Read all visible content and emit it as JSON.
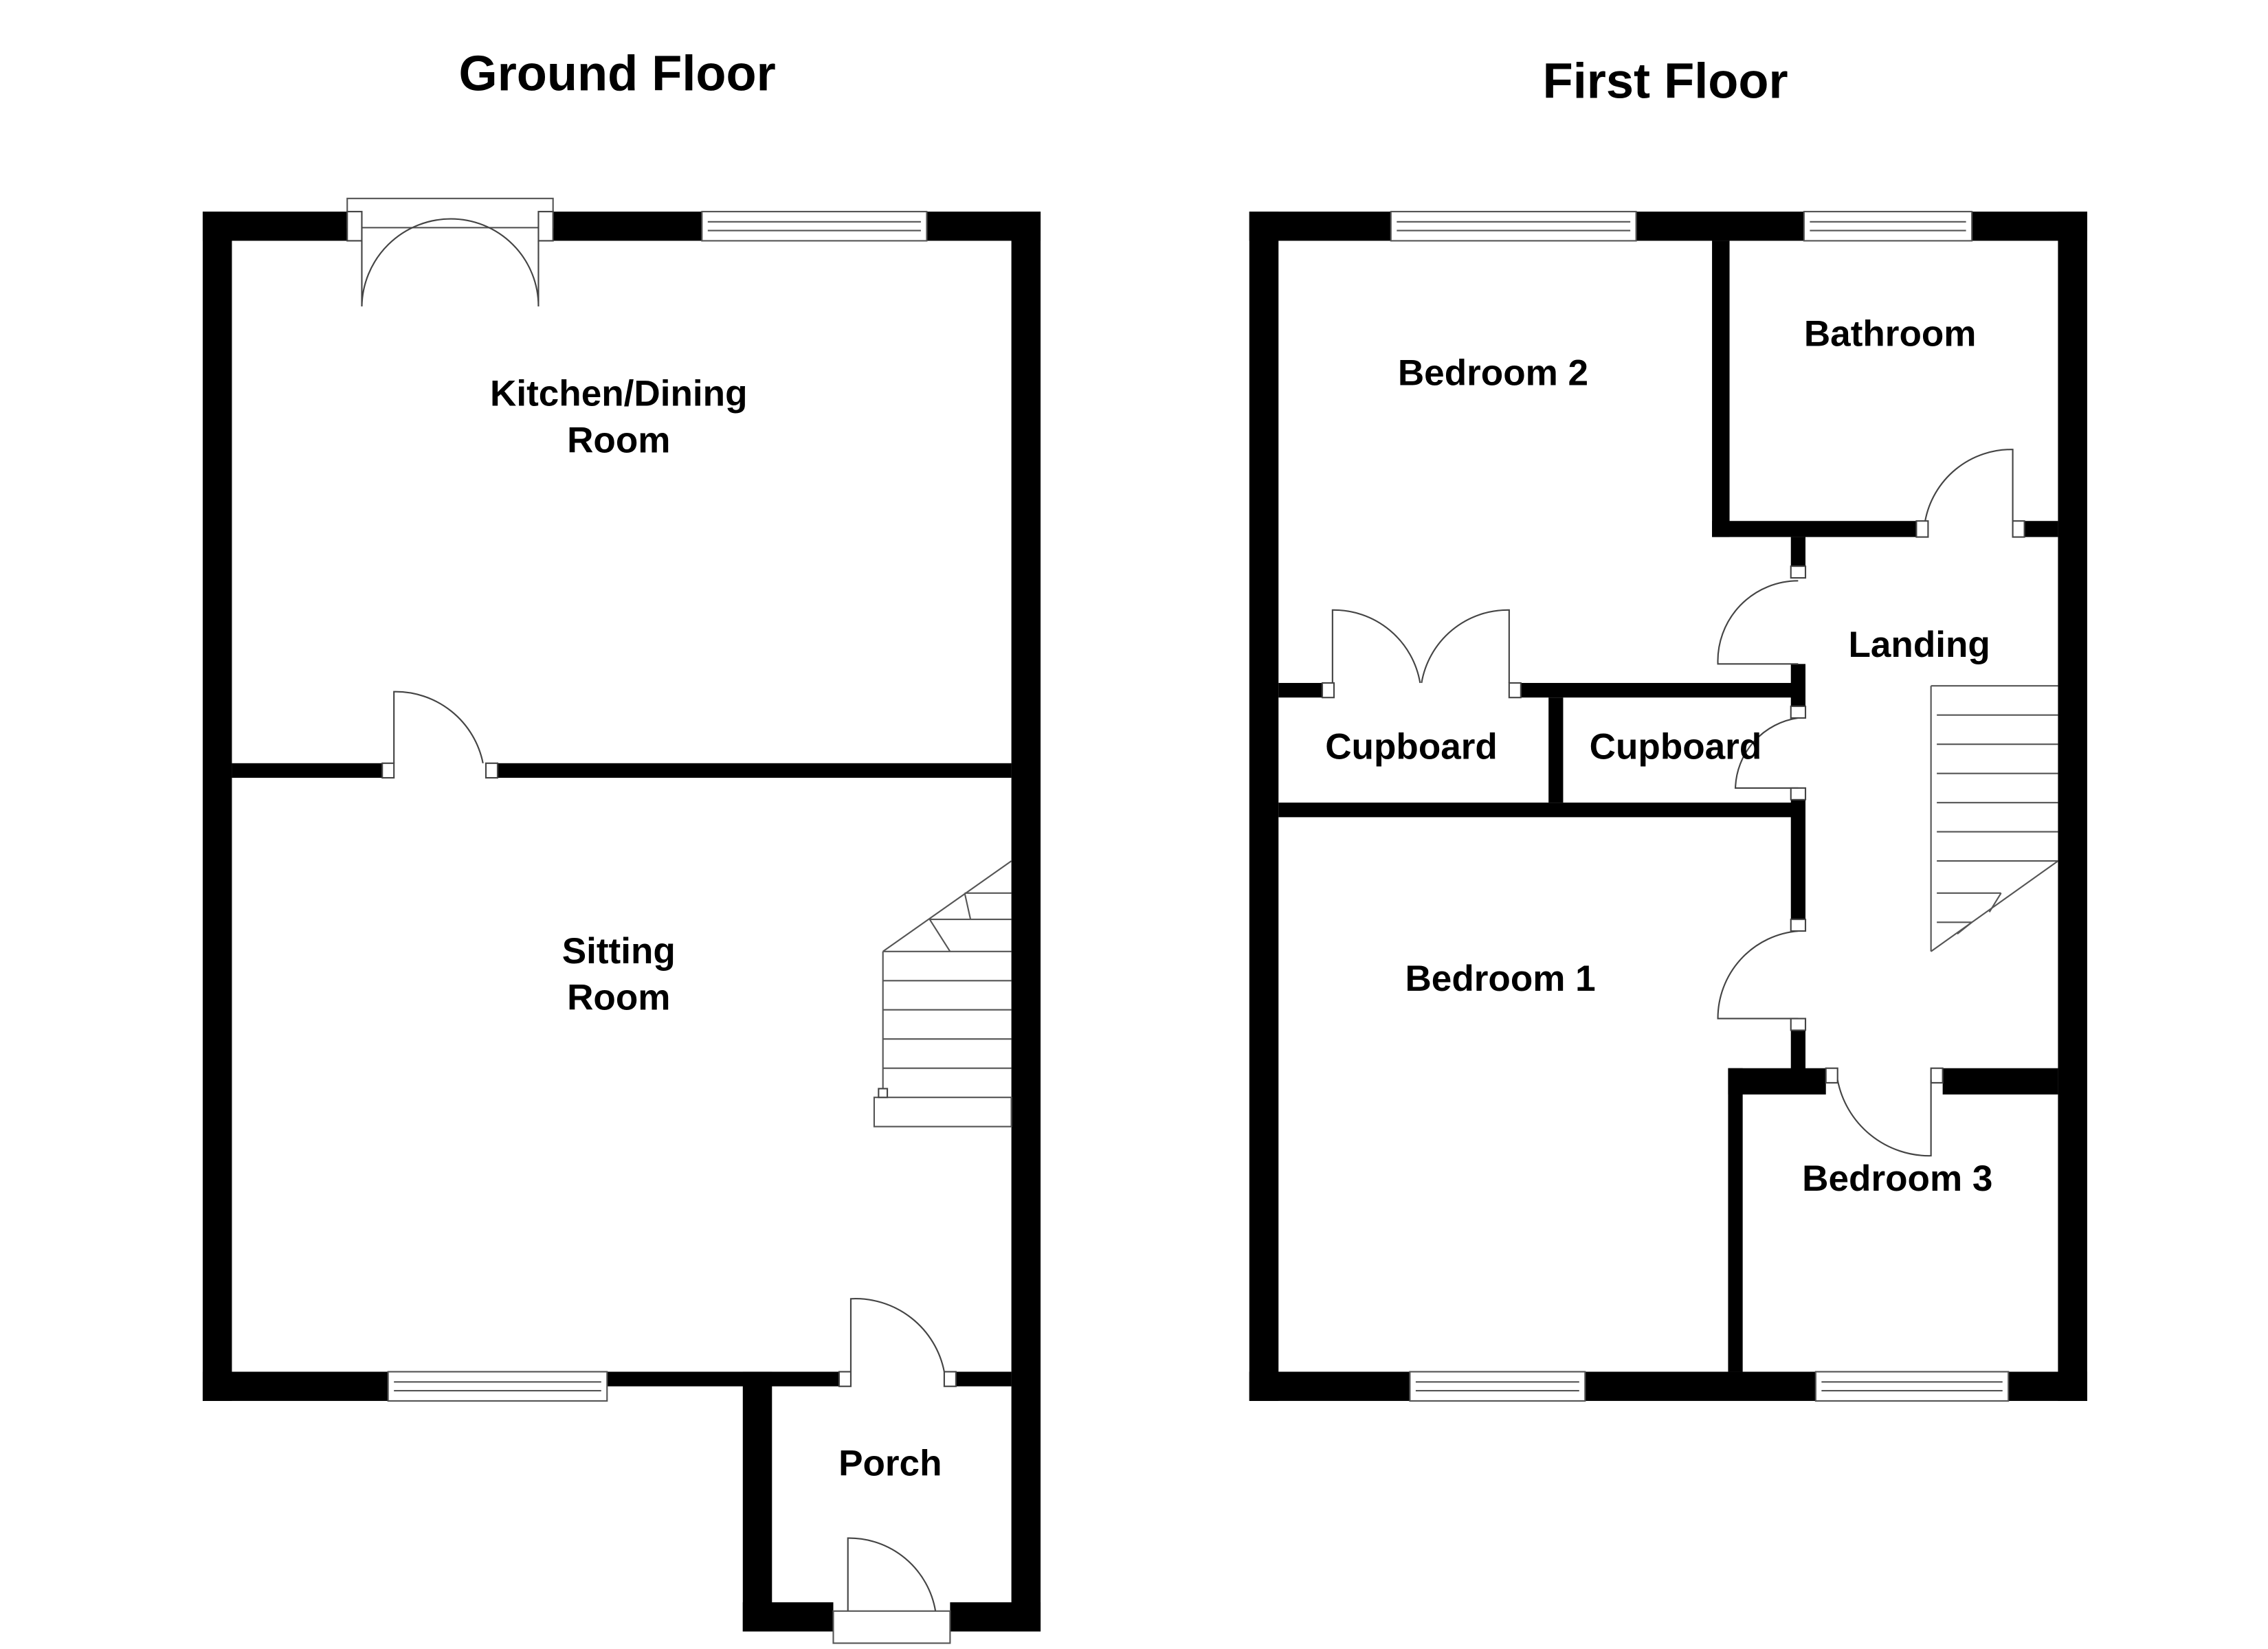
{
  "ground_floor": {
    "title": "Ground Floor",
    "rooms": {
      "kitchen_line1": "Kitchen/Dining",
      "kitchen_line2": "Room",
      "sitting_line1": "Sitting",
      "sitting_line2": "Room",
      "porch": "Porch"
    }
  },
  "first_floor": {
    "title": "First Floor",
    "rooms": {
      "bedroom2": "Bedroom 2",
      "bathroom": "Bathroom",
      "landing": "Landing",
      "cupboard1": "Cupboard",
      "cupboard2": "Cupboard",
      "bedroom1": "Bedroom 1",
      "bedroom3": "Bedroom 3"
    }
  },
  "colors": {
    "wall": "#000000",
    "background": "#ffffff"
  }
}
